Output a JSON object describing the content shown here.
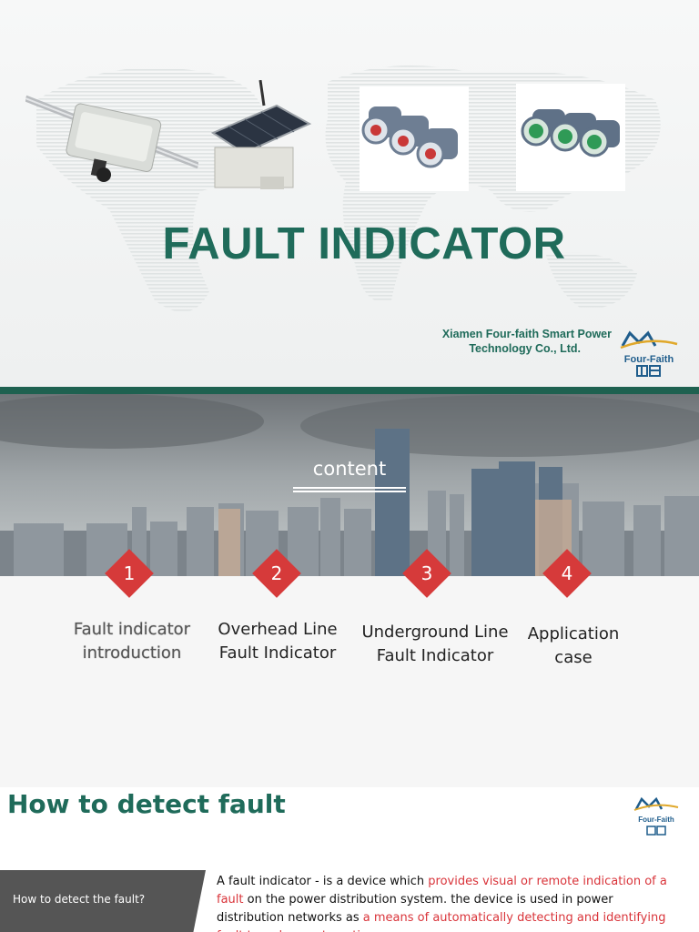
{
  "cover": {
    "title": "FAULT INDICATOR",
    "company_line1": "Xiamen Four-faith Smart Power",
    "company_line2": "Technology Co., Ltd.",
    "brand": "Four-Faith"
  },
  "contents": {
    "heading": "content",
    "items": [
      {
        "number": "1",
        "line1": "Fault indicator",
        "line2": "introduction"
      },
      {
        "number": "2",
        "line1": "Overhead Line",
        "line2": "Fault Indicator"
      },
      {
        "number": "3",
        "line1": "Underground Line",
        "line2": "Fault Indicator"
      },
      {
        "number": "4",
        "line1": "Application",
        "line2": "case"
      }
    ],
    "accent_color": "#d63a3a"
  },
  "detect": {
    "title": "How to detect fault",
    "brand": "Four-Faith",
    "tab_label": "How to detect the fault?",
    "desc_p1": "A fault indicator - is a device which ",
    "desc_h1": "provides visual or remote indication of a fault",
    "desc_p2": " on the power distribution system. the device is used in  power distribution networks as ",
    "desc_h2": "a means of automatically detecting and identifying fault to reduce outage time."
  },
  "colors": {
    "brand_green": "#1f6b5a",
    "band_green": "#1e6150",
    "highlight_red": "#d9343a"
  }
}
